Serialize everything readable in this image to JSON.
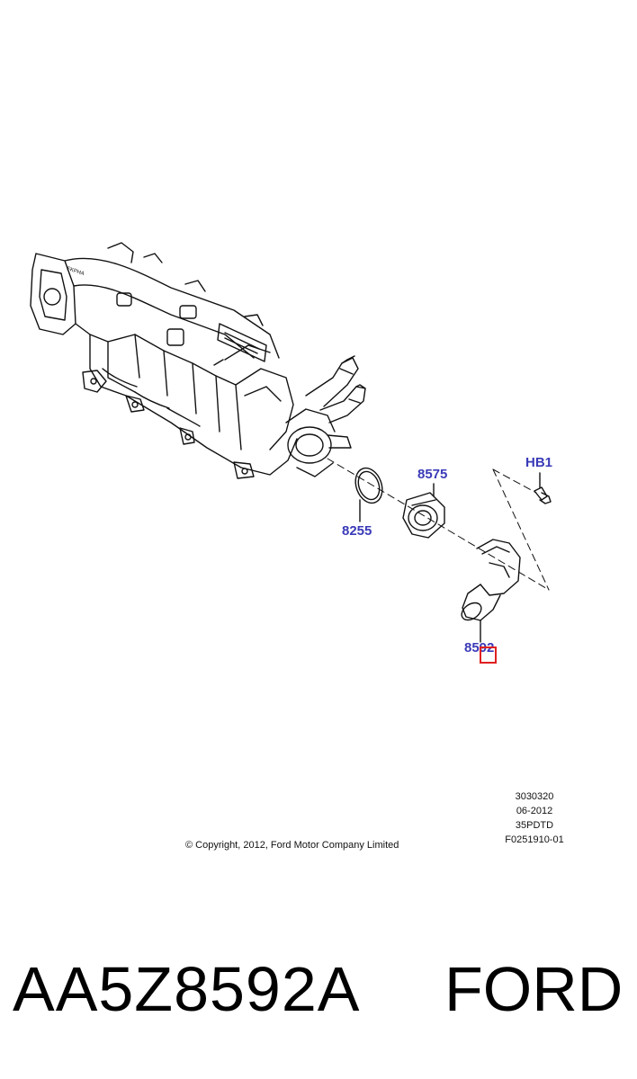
{
  "diagram": {
    "manifold_casting_text": "FKPHA",
    "callouts": {
      "hb1": "HB1",
      "p8575": "8575",
      "p8255": "8255",
      "p8592": "8592"
    },
    "highlight_color": "#e02020",
    "callout_color": "#3a3ab8"
  },
  "meta": {
    "line1": "3030320",
    "line2": "06-2012",
    "line3": "35PDTD",
    "line4": "F0251910-01"
  },
  "copyright": "© Copyright, 2012, Ford Motor Company Limited",
  "footer": {
    "part_number": "AA5Z8592A",
    "brand": "FORD"
  }
}
